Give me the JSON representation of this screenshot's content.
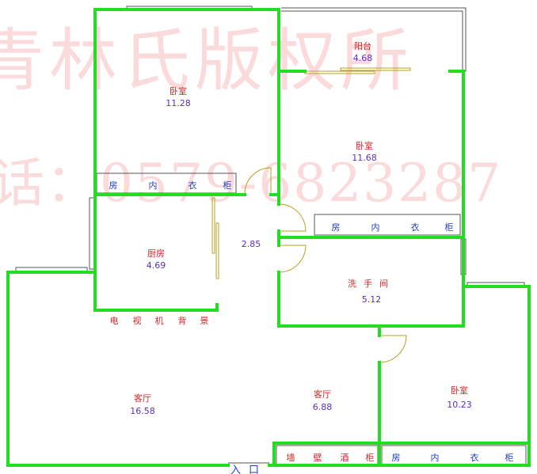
{
  "watermark": {
    "line1": "青林氏版权所",
    "line2": "话：0579-6823287"
  },
  "rooms": {
    "bedroom_top_left": {
      "name": "卧室",
      "area": "11.28"
    },
    "balcony": {
      "name": "阳台",
      "area": "4.68"
    },
    "bedroom_right": {
      "name": "卧室",
      "area": "11.68"
    },
    "kitchen": {
      "name": "厨房",
      "area": "4.69"
    },
    "hall": {
      "area": "2.85"
    },
    "bathroom": {
      "name": "洗手间",
      "area": "5.12"
    },
    "living_left": {
      "name": "客厅",
      "area": "16.58"
    },
    "living_mid": {
      "name": "客厅",
      "area": "6.88"
    },
    "bedroom_bottom_right": {
      "name": "卧室",
      "area": "10.23"
    }
  },
  "fixtures": {
    "wardrobe_a": [
      "房",
      "内",
      "衣",
      "柜"
    ],
    "wardrobe_b": [
      "房",
      "内",
      "衣",
      "柜"
    ],
    "wardrobe_c": [
      "房",
      "内",
      "衣",
      "柜"
    ],
    "tv_wall": [
      "电",
      "视",
      "机",
      "背",
      "景"
    ],
    "wine_cabinet": [
      "墙",
      "壁",
      "酒",
      "柜"
    ]
  },
  "entrance": "入口",
  "colors": {
    "wall": "#22dd22",
    "window": "#555555",
    "door": "#b8a020",
    "label_red": "#cc2a2a",
    "label_num": "#5a2fc2"
  }
}
